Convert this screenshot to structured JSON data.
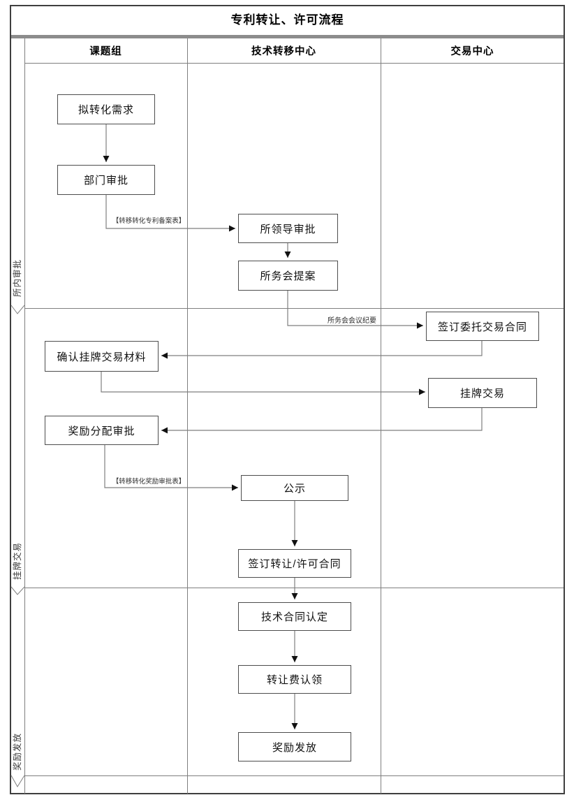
{
  "title": "专利转让、许可流程",
  "columns": [
    {
      "label": "课题组"
    },
    {
      "label": "技术转移中心"
    },
    {
      "label": "交易中心"
    }
  ],
  "lanes": [
    {
      "label": "所内审批"
    },
    {
      "label": "挂牌交易"
    },
    {
      "label": "奖励发放"
    }
  ],
  "nodes": [
    {
      "label": "拟转化需求",
      "column": "课题组",
      "lane": "所内审批"
    },
    {
      "label": "部门审批",
      "column": "课题组",
      "lane": "所内审批"
    },
    {
      "label": "所领导审批",
      "column": "技术转移中心",
      "lane": "所内审批"
    },
    {
      "label": "所务会提案",
      "column": "技术转移中心",
      "lane": "所内审批"
    },
    {
      "label": "签订委托交易合同",
      "column": "交易中心",
      "lane": "挂牌交易"
    },
    {
      "label": "确认挂牌交易材料",
      "column": "课题组",
      "lane": "挂牌交易"
    },
    {
      "label": "挂牌交易",
      "column": "交易中心",
      "lane": "挂牌交易"
    },
    {
      "label": "奖励分配审批",
      "column": "课题组",
      "lane": "挂牌交易"
    },
    {
      "label": "公示",
      "column": "技术转移中心",
      "lane": "挂牌交易"
    },
    {
      "label": "签订转让/许可合同",
      "column": "技术转移中心",
      "lane": "挂牌交易"
    },
    {
      "label": "技术合同认定",
      "column": "技术转移中心",
      "lane": "奖励发放"
    },
    {
      "label": "转让费认领",
      "column": "技术转移中心",
      "lane": "奖励发放"
    },
    {
      "label": "奖励发放",
      "column": "技术转移中心",
      "lane": "奖励发放"
    }
  ],
  "edges": [
    {
      "from": "拟转化需求",
      "to": "部门审批",
      "label": ""
    },
    {
      "from": "部门审批",
      "to": "所领导审批",
      "label": "【转移转化专利备案表】"
    },
    {
      "from": "所领导审批",
      "to": "所务会提案",
      "label": ""
    },
    {
      "from": "所务会提案",
      "to": "签订委托交易合同",
      "label": "所务会会议纪要"
    },
    {
      "from": "签订委托交易合同",
      "to": "确认挂牌交易材料",
      "label": ""
    },
    {
      "from": "确认挂牌交易材料",
      "to": "挂牌交易",
      "label": ""
    },
    {
      "from": "挂牌交易",
      "to": "奖励分配审批",
      "label": ""
    },
    {
      "from": "奖励分配审批",
      "to": "公示",
      "label": "【转移转化奖励审批表】"
    },
    {
      "from": "公示",
      "to": "签订转让/许可合同",
      "label": ""
    },
    {
      "from": "签订转让/许可合同",
      "to": "技术合同认定",
      "label": ""
    },
    {
      "from": "技术合同认定",
      "to": "转让费认领",
      "label": ""
    },
    {
      "from": "转让费认领",
      "to": "奖励发放",
      "label": ""
    }
  ],
  "edge_labels": [
    {
      "label": "【转移转化专利备案表】"
    },
    {
      "label": "所务会会议纪要"
    },
    {
      "label": "【转移转化奖励审批表】"
    }
  ],
  "colors": {
    "line": "#7f7f7f",
    "outer_border": "#3f3f3f",
    "title_rule": "#8c8c8c",
    "node_border": "#4d4d4d",
    "arrow": "#111111",
    "text": "#111111",
    "background": "#ffffff"
  }
}
